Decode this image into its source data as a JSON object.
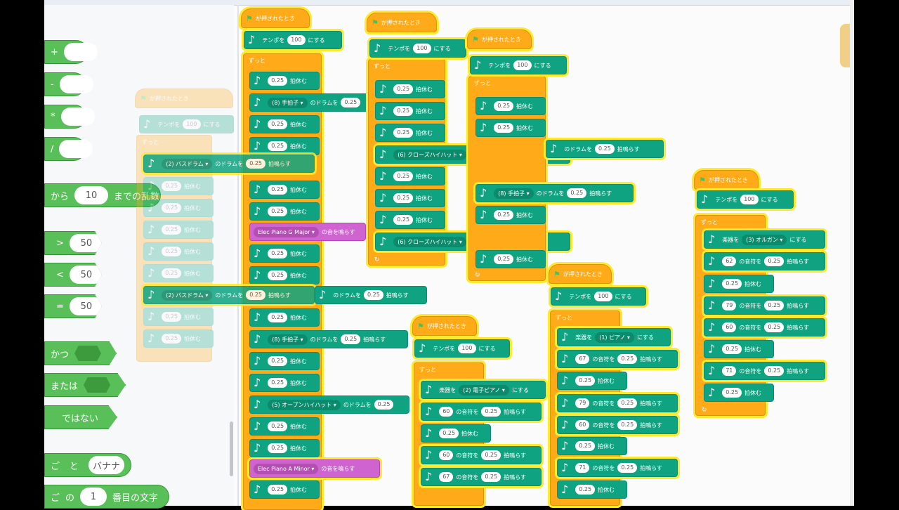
{
  "blocks": {
    "when_flag": "が押されたとき",
    "tempo_pre": "テンポを",
    "tempo_val": "100",
    "tempo_post": "にする",
    "forever": "ずっと",
    "rest_val": "0.25",
    "rest_post": "拍休む",
    "drum_mid": "のドラムを",
    "drum_post": "拍鳴らす",
    "drum_handclap": "(8) 手拍子",
    "drum_closedhat": "(6) クローズハイハット",
    "drum_openhat": "(5) オープンハイハット",
    "drum_bass": "(2) バスドラム",
    "instrument_pre": "楽器を",
    "instrument_post": "にする",
    "inst_organ": "(3) オルガン",
    "inst_epiano": "(2) 電子ピアノ",
    "inst_piano": "(1) ピアノ",
    "note_mid": "の音符を",
    "note_post": "拍鳴らす",
    "sound_play": "の音を鳴らす",
    "sound_gmajor": "Elec Piano G Major",
    "sound_aminor": "Elec Piano A Minor"
  },
  "notes": {
    "n62": "62",
    "n79": "79",
    "n60": "60",
    "n71": "71",
    "n67": "67"
  },
  "palette": {
    "op_plus": "+",
    "op_minus": "-",
    "op_times": "*",
    "op_div": "/",
    "random_from": "から",
    "random_to_val": "10",
    "random_to": "までの乱数",
    "gt": ">",
    "lt": "<",
    "eq": "=",
    "cmp_val": "50",
    "and": "かつ",
    "or": "または",
    "not": "ではない",
    "join_a": "ご",
    "join_and": "と",
    "join_b": "バナナ",
    "letter_a": "ご",
    "letter_of": "の",
    "letter_idx": "1",
    "letter_post": "番目の文字"
  },
  "colors": {
    "sound": "#0fa381",
    "events": "#ffab19",
    "operators": "#59c059",
    "highlight": "#ffe92e",
    "looks": "#cf63cf"
  }
}
